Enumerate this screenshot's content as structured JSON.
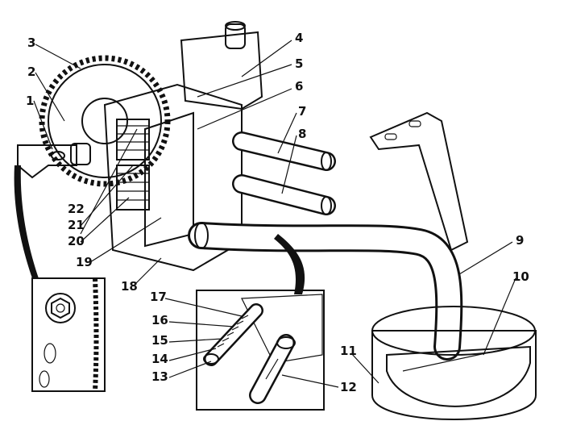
{
  "figure": {
    "callouts": [
      "1",
      "2",
      "3",
      "4",
      "5",
      "6",
      "7",
      "8",
      "9",
      "10",
      "11",
      "12",
      "13",
      "14",
      "15",
      "16",
      "17",
      "18",
      "19",
      "20",
      "21",
      "22"
    ]
  },
  "colors": {
    "ink": "#111111",
    "paper": "#ffffff",
    "hatch": "#555555"
  }
}
